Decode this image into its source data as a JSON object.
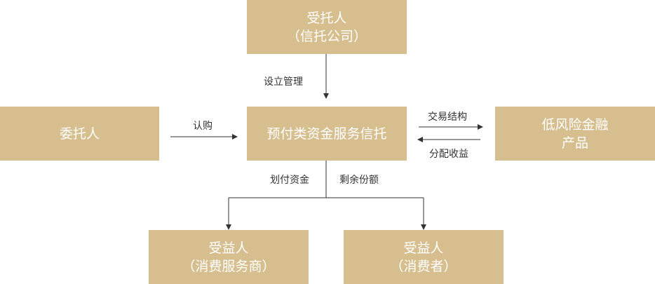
{
  "colors": {
    "box_fill": "#D6BE8E",
    "box_text": "#FFFFFF",
    "line": "#333333"
  },
  "nodes": {
    "trustee": {
      "line1": "受托人",
      "line2": "（信托公司）"
    },
    "settlor": {
      "line1": "委托人"
    },
    "trust": {
      "line1": "预付类资金服务信托"
    },
    "product": {
      "line1": "低风险金融",
      "line2": "产品"
    },
    "beneficiary_merchant": {
      "line1": "受益人",
      "line2": "（消费服务商）"
    },
    "beneficiary_consumer": {
      "line1": "受益人",
      "line2": "（消费者）"
    }
  },
  "edges": {
    "setup_manage": "设立管理",
    "subscribe": "认购",
    "trade_structure": "交易结构",
    "distribute_income": "分配收益",
    "transfer_funds": "划付资金",
    "remaining_share": "剩余份额"
  }
}
